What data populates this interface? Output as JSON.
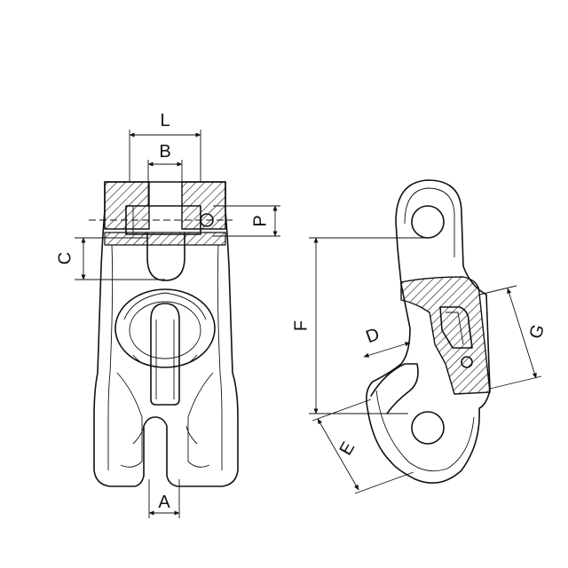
{
  "dimensions": {
    "L": "L",
    "B": "B",
    "P": "P",
    "C": "C",
    "A": "A",
    "F": "F",
    "D": "D",
    "G": "G",
    "E": "E"
  }
}
